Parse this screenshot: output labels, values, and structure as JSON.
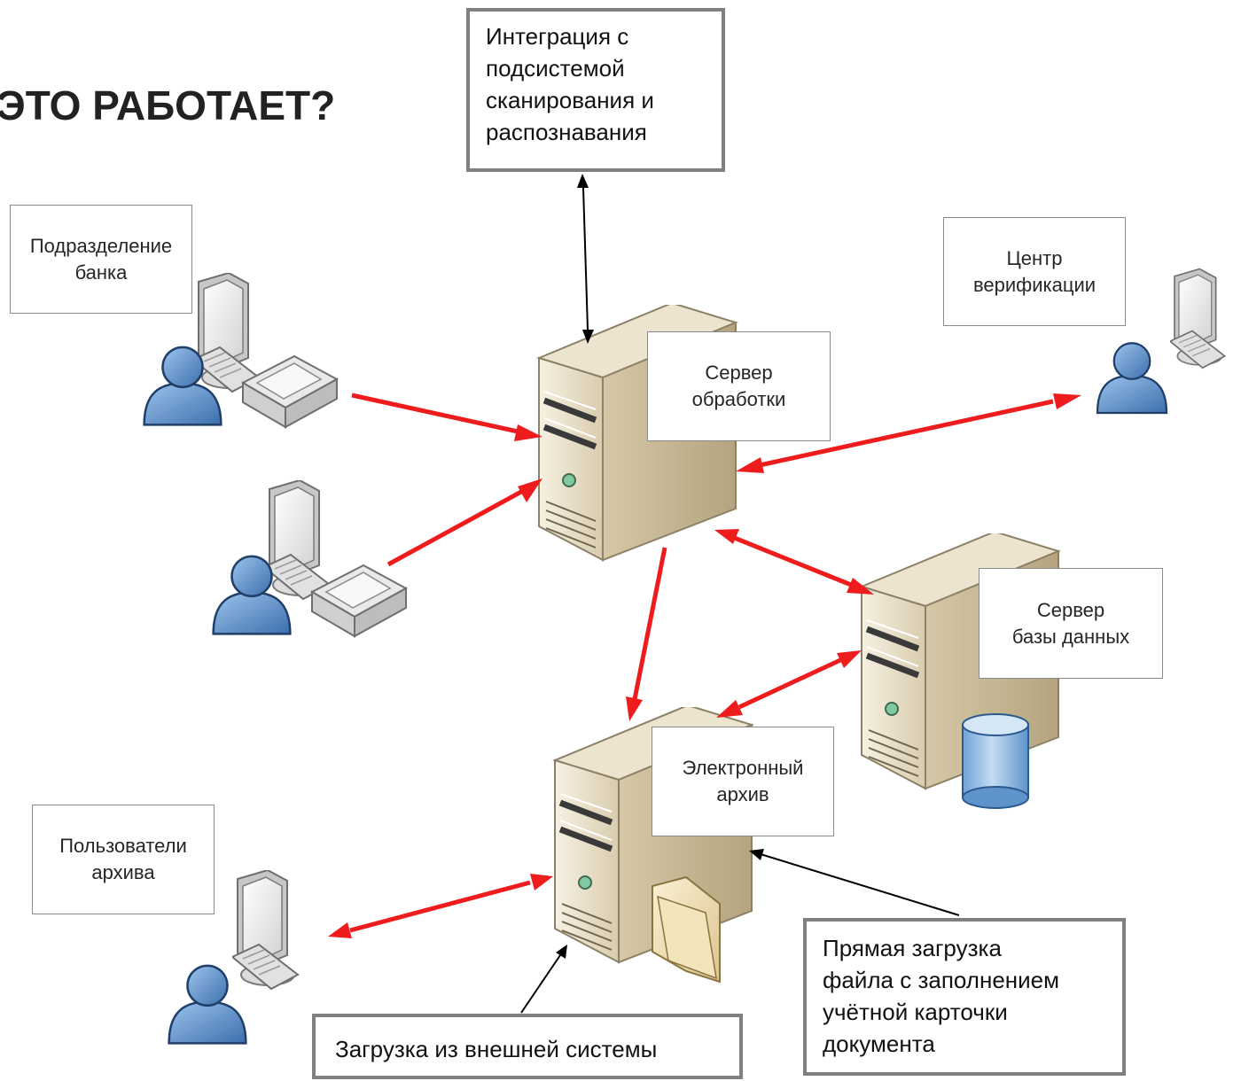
{
  "title": "ЭТО РАБОТАЕТ?",
  "labels": {
    "bank_division": "Подразделение\nбанка",
    "verification_center": "Центр\nверификации",
    "processing_server": "Сервер\nобработки",
    "db_server": "Сервер\nбазы данных",
    "electronic_archive": "Электронный\nархив",
    "archive_users": "Пользователи\nархива"
  },
  "callouts": {
    "scan_integration": "Интеграция с\nподсистемой\nсканирования и\nраспознавания",
    "direct_upload": "Прямая загрузка\nфайла с заполнением\nучётной карточки\nдокумента",
    "external_upload": "Загрузка из внешней системы"
  },
  "colors": {
    "flow_arrow": "#ee1c1c",
    "pointer_arrow": "#000000",
    "server_body": "#e6dcc4",
    "user_blue": "#4f86c6",
    "database": "#9cc2e6",
    "folder": "#efe0b6"
  },
  "icons": [
    "server-icon",
    "user-icon",
    "computer-icon",
    "scanner-icon",
    "database-icon",
    "folder-icon"
  ]
}
